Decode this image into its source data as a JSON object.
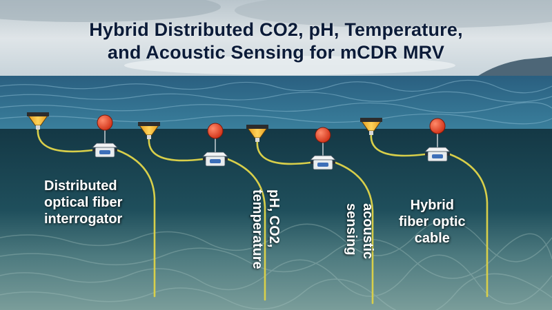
{
  "title": {
    "line1": "Hybrid Distributed CO2, pH, Temperature,",
    "line2": "and Acoustic Sensing for mCDR MRV"
  },
  "labels": {
    "interrogator": [
      "Distributed",
      "optical fiber",
      "interrogator"
    ],
    "ph_co2": [
      "pH, CO2,",
      "temperature"
    ],
    "acoustic": [
      "acoustic",
      "sensing"
    ],
    "hybrid_cable": [
      "Hybrid",
      "fiber optic",
      "cable"
    ]
  },
  "colors": {
    "sky_top": "#d5dde2",
    "sea_surface": "#2f6f8e",
    "underwater_top": "#173e4c",
    "seabed": "#6d8f8c",
    "cable": "#d8cf4a",
    "float": "#e8452c",
    "funnel": "#f4b534",
    "title_text": "#0b1b38"
  },
  "icons": [
    "surface-funnel-buoy-icon",
    "red-float-icon",
    "sensor-node-icon",
    "fiber-cable-icon"
  ]
}
